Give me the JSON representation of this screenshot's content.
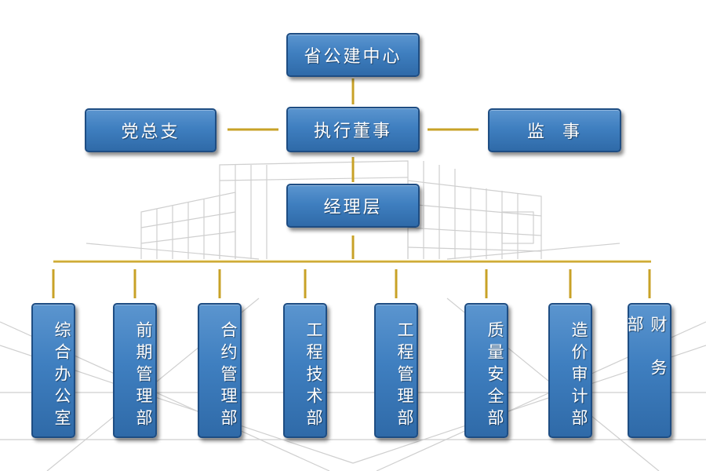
{
  "colors": {
    "box_fill": "#3f7fc0",
    "box_border": "#1e4d83",
    "connector": "#c8a227",
    "connector_light": "#f1dc86",
    "sketch": "#c9c9c9"
  },
  "nodes": {
    "top": "省公建中心",
    "executive": "执行董事",
    "party": "党总支",
    "supervisor": "监  事",
    "management": "经理层"
  },
  "departments": [
    {
      "id": "general-office",
      "label": "综合办公室"
    },
    {
      "id": "preliminary",
      "label": "前期管理部"
    },
    {
      "id": "contract",
      "label": "合约管理部"
    },
    {
      "id": "engineering-tech",
      "label": "工程技术部"
    },
    {
      "id": "engineering-mgmt",
      "label": "工程管理部"
    },
    {
      "id": "quality-safety",
      "label": "质量安全部"
    },
    {
      "id": "cost-audit",
      "label": "造价审计部"
    },
    {
      "id": "finance",
      "label": "财务部"
    }
  ]
}
